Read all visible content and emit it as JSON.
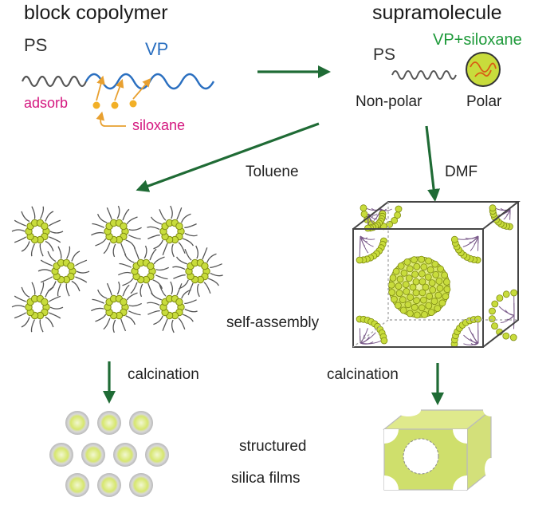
{
  "colors": {
    "vp": "#2a6fc0",
    "ps": "#555555",
    "siloxane_text": "#d4177f",
    "siloxane_dot": "#f2b027",
    "siloxane_arrow": "#e8a030",
    "vp_siloxane": "#1e9a3a",
    "process_arrow": "#1f6b35",
    "particle": "#c8dc3c",
    "particle_edge": "#7d8a10",
    "chain": "#7a5a8a"
  },
  "icons": [
    "arrow-right-icon",
    "arrow-down-icon",
    "cube-icon",
    "micelle-icon",
    "silica-sphere-icon"
  ],
  "labels": {
    "block_copolymer": "block copolymer",
    "supramolecule": "supramolecule",
    "ps_left": "PS",
    "vp_left": "VP",
    "adsorb": "adsorb",
    "siloxane": "siloxane",
    "ps_right": "PS",
    "vp_siloxane": "VP+siloxane",
    "non_polar": "Non-polar",
    "polar": "Polar",
    "toluene": "Toluene",
    "dmf": "DMF",
    "self_assembly": "self-assembly",
    "calcination_left": "calcination",
    "calcination_right": "calcination",
    "structured": "structured",
    "silica_films": "silica films"
  }
}
